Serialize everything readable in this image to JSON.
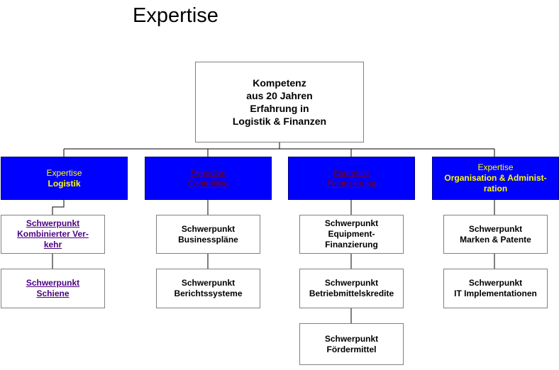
{
  "title": "Expertise",
  "root": {
    "lines": [
      "Kompetenz",
      "aus 20 Jahren",
      "Erfahrung in",
      "Logistik & Finanzen"
    ]
  },
  "categories": [
    {
      "lines": [
        "Expertise",
        "Logistik"
      ],
      "items": [
        {
          "lines": [
            "Schwerpunkt",
            "Kombinierter Ver-",
            "kehr"
          ]
        },
        {
          "lines": [
            "Schwerpunkt",
            "Schiene"
          ]
        }
      ]
    },
    {
      "lines": [
        "Expertise",
        "Controlling"
      ],
      "items": [
        {
          "lines": [
            "Schwerpunkt",
            "Businesspläne"
          ]
        },
        {
          "lines": [
            "Schwerpunkt",
            "Berichtssysteme"
          ]
        }
      ]
    },
    {
      "lines": [
        "Expertise",
        "Finanzierung"
      ],
      "items": [
        {
          "lines": [
            "Schwerpunkt",
            "Equipment-",
            "Finanzierung"
          ]
        },
        {
          "lines": [
            "Schwerpunkt",
            "Betriebmittelskredite"
          ]
        },
        {
          "lines": [
            "Schwerpunkt",
            "Fördermittel"
          ]
        }
      ]
    },
    {
      "lines": [
        "Expertise",
        "Organisation & Administ-",
        "ration"
      ],
      "items": [
        {
          "lines": [
            "Schwerpunkt",
            "Marken & Patente"
          ]
        },
        {
          "lines": [
            "Schwerpunkt",
            "IT Implementationen"
          ]
        }
      ]
    }
  ],
  "colors": {
    "category_fill": "#0000ff",
    "category_text": "#ffff00",
    "link_text_category": "#800000",
    "link_text_item": "#4b0082"
  }
}
